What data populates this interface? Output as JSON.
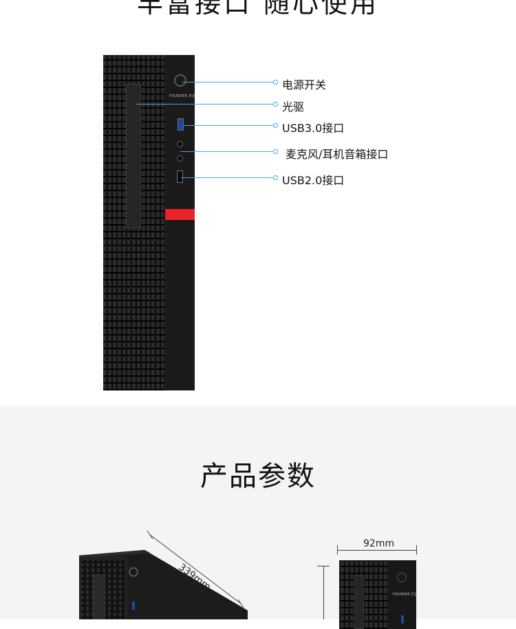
{
  "top_section": {
    "heading": "丰富接口 随心使用",
    "callouts": [
      {
        "label": "电源开关"
      },
      {
        "label": "光驱"
      },
      {
        "label": "USB3.0接口"
      },
      {
        "label": "麦克风/耳机音箱接口"
      },
      {
        "label": "USB2.0接口"
      }
    ],
    "brand": "FOUNDER 方正",
    "accent_color": "#e8232a",
    "line_color": "#4aa3d9"
  },
  "params_section": {
    "heading": "产品参数",
    "depth_label": "339mm",
    "width_label": "92mm"
  }
}
